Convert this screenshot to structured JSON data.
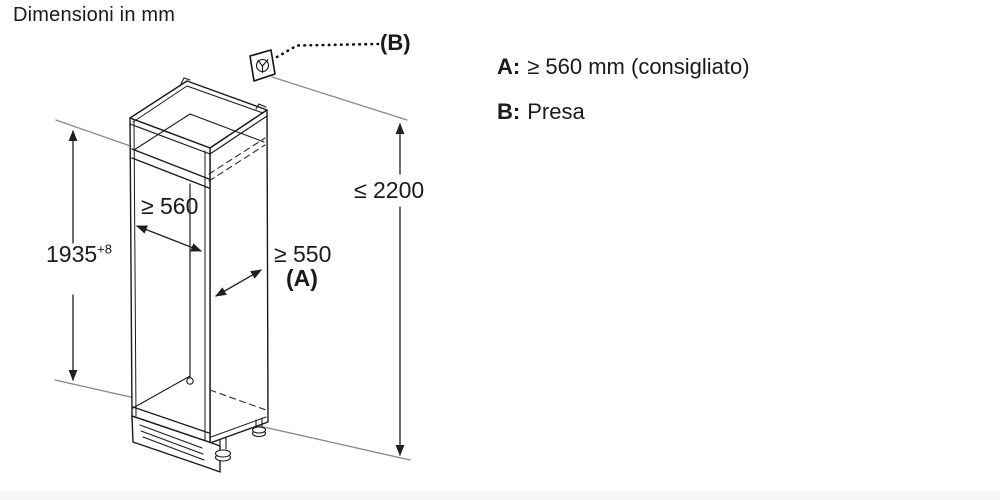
{
  "title": "Dimensioni in mm",
  "callouts": {
    "socket_label": "(B)"
  },
  "legend": {
    "a_key": "A:",
    "a_value": "≥ 560 mm (consigliato)",
    "b_key": "B:",
    "b_value": "Presa"
  },
  "dimensions": {
    "inner_width": "≥ 560",
    "depth": "≥ 550",
    "depth_ref": "(A)",
    "niche_height": "1935",
    "niche_height_tol": "+8",
    "max_height": "≤ 2200"
  },
  "icons": {
    "socket": "power-socket"
  },
  "colors": {
    "line": "#1a1a1a",
    "dimension_line": "#1f1f1f",
    "guide_line": "#8a8a8a",
    "background": "#ffffff"
  }
}
